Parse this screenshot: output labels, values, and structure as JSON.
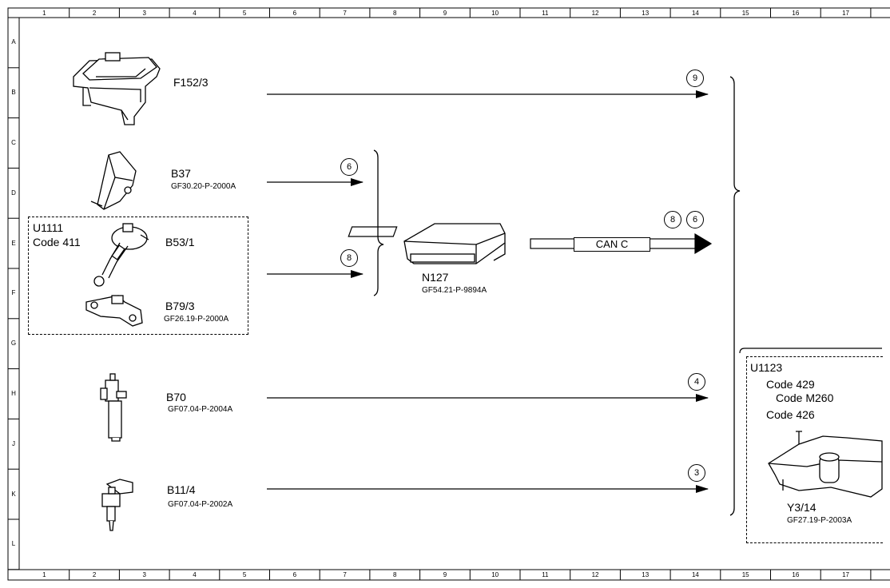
{
  "frame": {
    "columns": [
      "1",
      "2",
      "3",
      "4",
      "5",
      "6",
      "7",
      "8",
      "9",
      "10",
      "11",
      "12",
      "13",
      "14",
      "15",
      "16",
      "17"
    ],
    "rows": [
      "A",
      "B",
      "C",
      "D",
      "E",
      "F",
      "G",
      "H",
      "J",
      "K",
      "L"
    ]
  },
  "components": {
    "f152": {
      "label": "F152/3",
      "code": ""
    },
    "b37": {
      "label": "B37",
      "code": "GF30.20-P-2000A"
    },
    "b53": {
      "label": "B53/1"
    },
    "b79": {
      "label": "B79/3",
      "code": "GF26.19-P-2000A"
    },
    "b70": {
      "label": "B70",
      "code": "GF07.04-P-2004A"
    },
    "b11": {
      "label": "B11/4",
      "code": "GF07.04-P-2002A"
    },
    "n127": {
      "label": "N127",
      "code": "GF54.21-P-9894A"
    },
    "y3": {
      "label": "Y3/14",
      "code": "GF27.19-P-2003A"
    }
  },
  "groups": {
    "u1111": {
      "label": "U1111",
      "code": "Code 411"
    },
    "u1123": {
      "label": "U1123",
      "codes": [
        "Code 429",
        "Code M260",
        "Code 426"
      ]
    }
  },
  "signals": {
    "f152": "9",
    "b37": "6",
    "u1111": "8",
    "can_a": "8",
    "can_b": "6",
    "b70": "4",
    "b11": "3"
  },
  "bus": {
    "label": "CAN C"
  }
}
